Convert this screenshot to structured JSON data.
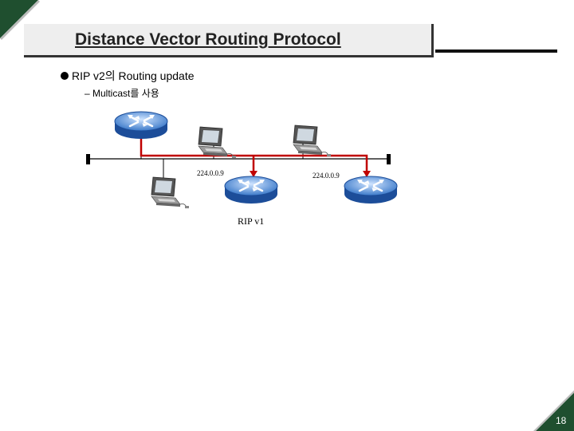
{
  "slide": {
    "title": "Distance Vector Routing Protocol",
    "bullet": "RIP v2의 Routing update",
    "sub_item": "– Multicast를 사용",
    "page_number": "18",
    "accent_color": "#1f4f2f"
  },
  "diagram": {
    "multicast_labels": [
      "224.0.0.9",
      "224.0.0.9"
    ],
    "rip_v1_label": "RIP v1"
  }
}
